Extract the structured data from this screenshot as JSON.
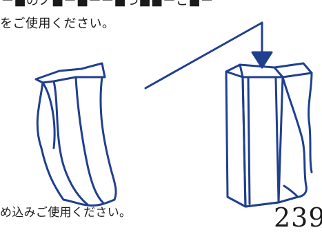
{
  "document": {
    "top_line_partial": "ー■のノ■ー■ーー■つ■■ーこ■ー",
    "top_line": "をご使用ください。",
    "bottom_line": "め込みご使用ください。",
    "page_number": "239"
  },
  "colors": {
    "illustration_stroke": "#1f3f8f",
    "text": "#1a1a1a",
    "background": "#ffffff"
  }
}
